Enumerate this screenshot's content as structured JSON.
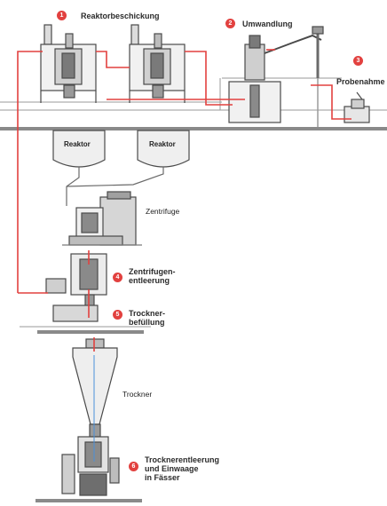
{
  "steps": [
    {
      "number": "1",
      "label": "Reaktorbeschickung"
    },
    {
      "number": "2",
      "label": "Umwandlung"
    },
    {
      "number": "3",
      "label": "Probenahme"
    },
    {
      "number": "4",
      "label": "Zentrifugen-\nentleerung"
    },
    {
      "number": "5",
      "label": "Trockner-\nbefüllung"
    },
    {
      "number": "6",
      "label": "Trocknerentleerung\nund Einwaage\nin Fässer"
    }
  ],
  "equipment": {
    "reactor_left": "Reaktor",
    "reactor_right": "Reaktor",
    "centrifuge": "Zentrifuge",
    "dryer": "Trockner"
  },
  "colors": {
    "process_line": "#e2413f",
    "badge": "#e2413f",
    "machine": "#4a4a4a",
    "structure": "#7a7a7a"
  },
  "icons": {
    "badge": "numbered-circle",
    "loading_station": "robot-arm-icon",
    "sampling": "sample-station-icon"
  }
}
